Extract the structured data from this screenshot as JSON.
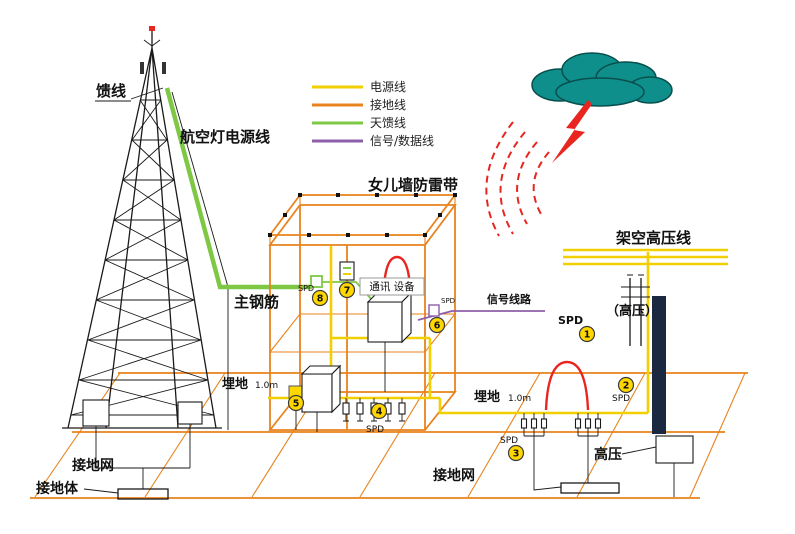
{
  "labels": {
    "feed_line": "馈线",
    "aviation_light_power_line": "航空灯电源线",
    "parapet_lightning_belt": "女儿墙防雷带",
    "main_rebar": "主钢筋",
    "comm_equipment": "通讯 设备",
    "signal_circuit": "信号线路",
    "overhead_hv_line": "架空高压线",
    "hv_parenthesized": "（高压）",
    "high_voltage": "高压",
    "buried": "埋地",
    "buried_depth": "1.0m",
    "ground_net": "接地网",
    "ground_body": "接地体",
    "spd": "SPD"
  },
  "legend": {
    "items": [
      {
        "name": "power-line",
        "label": "电源线",
        "color": "#f2cf00"
      },
      {
        "name": "ground-line",
        "label": "接地线",
        "color": "#e8831d"
      },
      {
        "name": "antenna-feeder-line",
        "label": "天馈线",
        "color": "#7ec845"
      },
      {
        "name": "signal-data-line",
        "label": "信号/数据线",
        "color": "#8d5fa8"
      }
    ]
  },
  "markers": [
    "1",
    "2",
    "3",
    "4",
    "5",
    "6",
    "7",
    "8"
  ],
  "colors": {
    "ground_wire": "#e8831d",
    "power_wire": "#f2cf00",
    "feeder_wire": "#7ec845",
    "signal_wire": "#8d5fa8",
    "lightning": "#e8251f",
    "cloud": "#0f8f8c",
    "electrode": "#f0b400",
    "marker_fill": "#ffd700"
  }
}
